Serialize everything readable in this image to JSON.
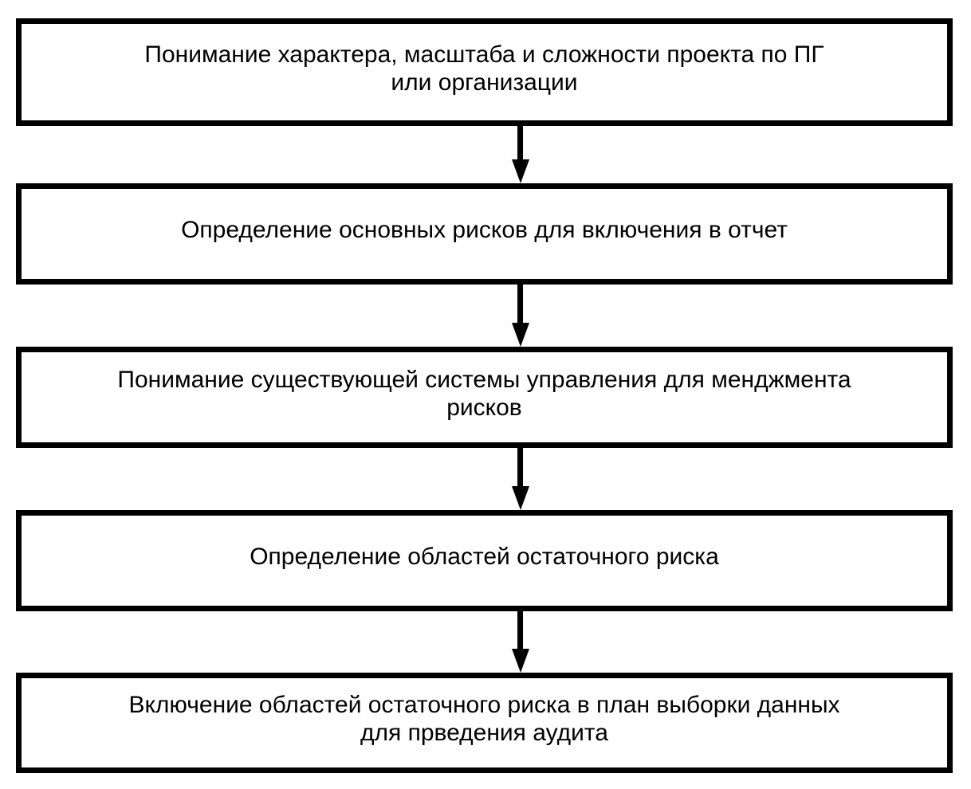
{
  "diagram": {
    "type": "flowchart",
    "direction": "top-down",
    "connector": "down-arrow",
    "steps": [
      {
        "label": "Понимание характера, масштаба и сложности проекта по ПГ\nили организации"
      },
      {
        "label": "Определение основных рисков для включения в отчет"
      },
      {
        "label": "Понимание существующей системы управления для менджмента\nрисков"
      },
      {
        "label": "Определение областей остаточного риска"
      },
      {
        "label": "Включение областей остаточного риска в план выборки данных\nдля прведения аудита"
      }
    ],
    "colors": {
      "box_border": "#000000",
      "box_background": "#ffffff",
      "text": "#000000",
      "arrow": "#000000"
    }
  }
}
